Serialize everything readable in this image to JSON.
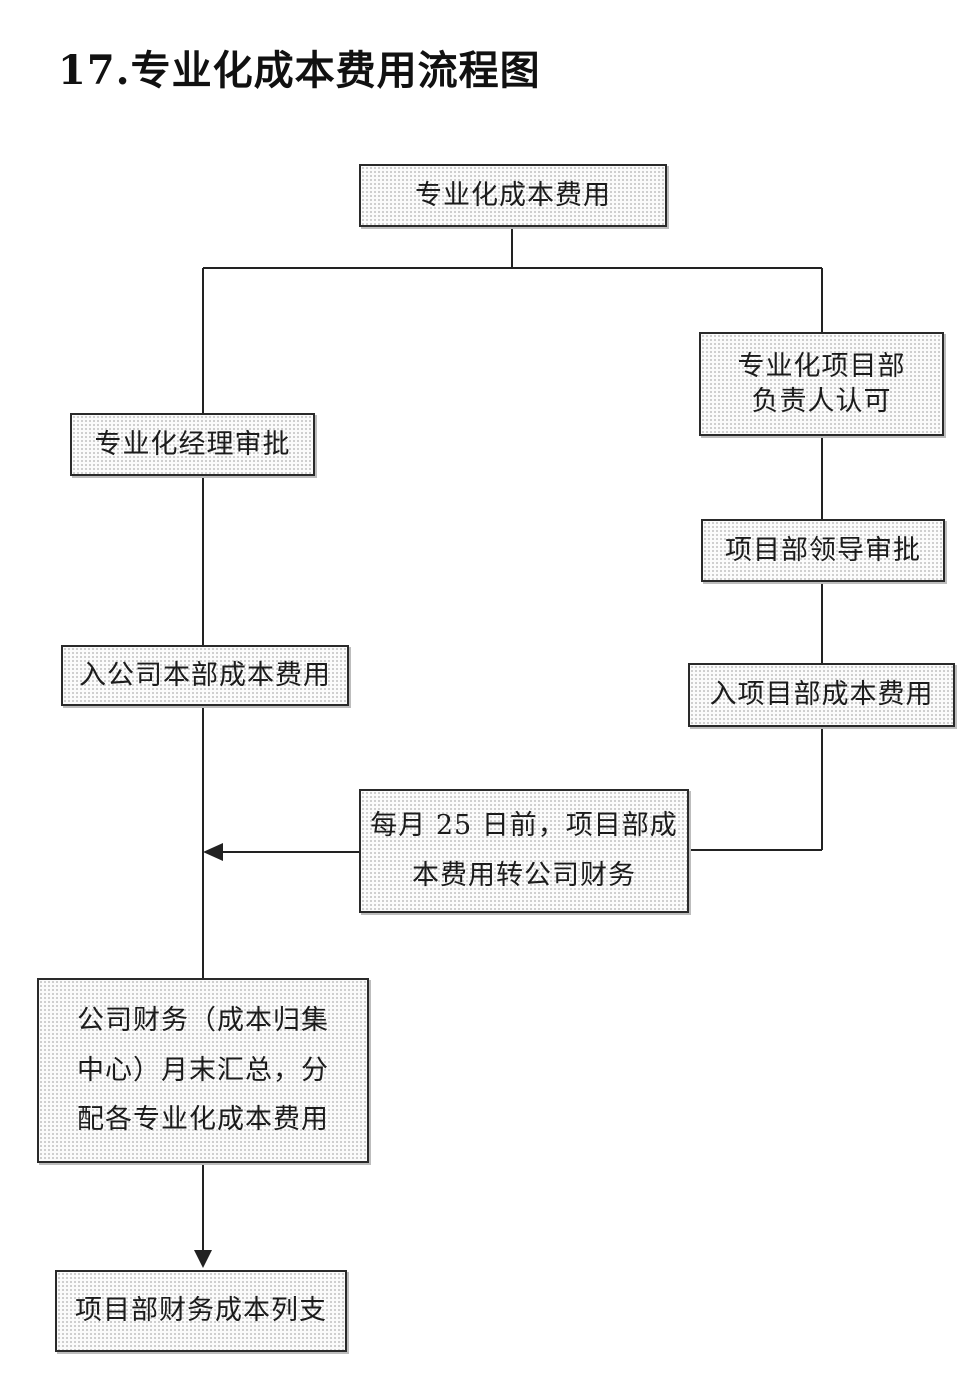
{
  "title": "17.专业化成本费用流程图",
  "nodes": {
    "start": "专业化成本费用",
    "manager_approval": "专业化经理审批",
    "project_head_approval": "专业化项目部\n负责人认可",
    "project_leader_approval": "项目部领导审批",
    "company_hq_cost": "入公司本部成本费用",
    "project_cost": "入项目部成本费用",
    "monthly_transfer": "每月 25 日前，项目部成\n本费用转公司财务",
    "company_finance": "公司财务（成本归集\n中心）月末汇总，分\n配各专业化成本费用",
    "project_finance": "项目部财务成本列支"
  },
  "colors": {
    "line": "#222222",
    "border": "#2a2a2a",
    "dot": "#c4c4c4"
  }
}
